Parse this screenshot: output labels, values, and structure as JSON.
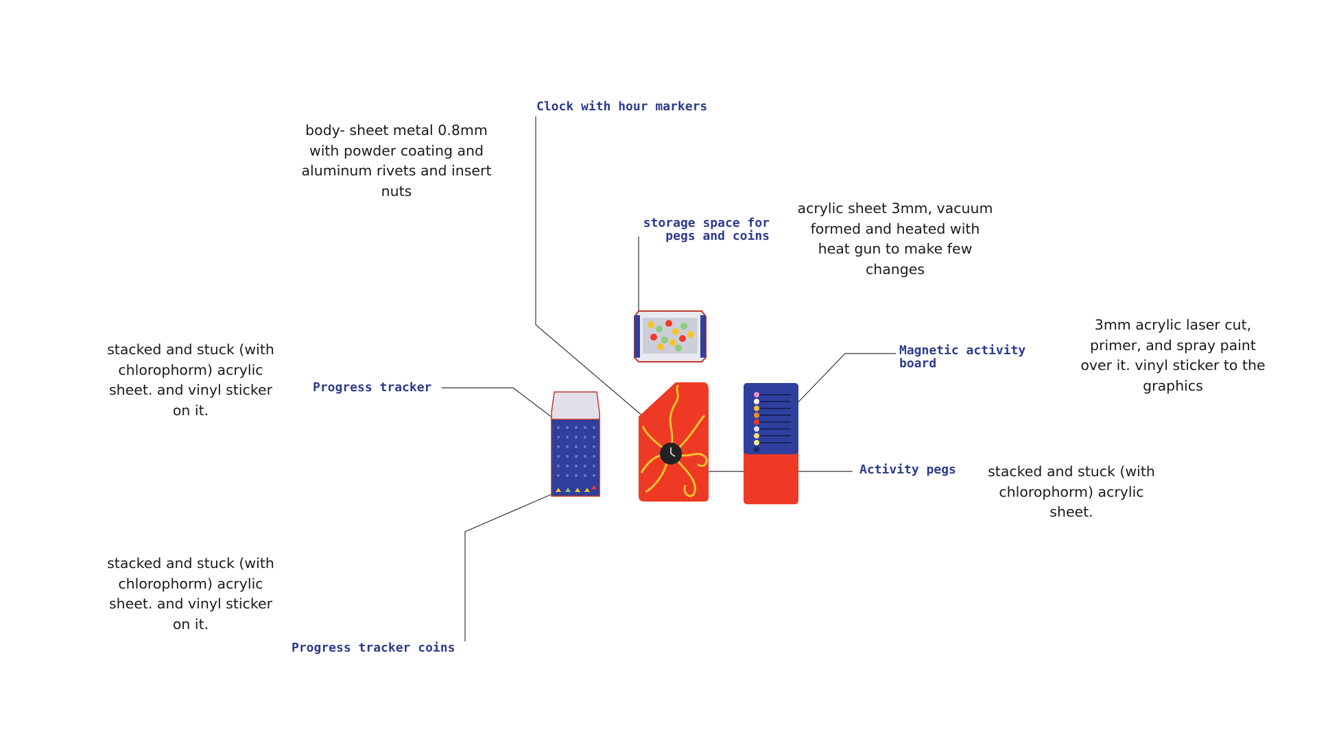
{
  "labels": {
    "clock": "Clock with hour markers",
    "storage": "storage space for\npegs and coins",
    "progress_tracker": "Progress tracker",
    "magnetic_board": "Magnetic activity\nboard",
    "activity_pegs": "Activity pegs",
    "progress_coins": "Progress tracker coins"
  },
  "notes": {
    "body": "body- sheet metal 0.8mm\nwith powder coating and\naluminum rivets and insert\nnuts",
    "acrylic_vacuum": "acrylic sheet 3mm, vacuum\nformed and heated with\nheat gun to make few\nchanges",
    "stacked_tracker": "stacked and stuck (with\nchlorophorm) acrylic\nsheet. and vinyl sticker\non it.",
    "laser_cut": "3mm acrylic laser cut,\nprimer, and spray paint\nover it. vinyl sticker to the\ngraphics",
    "stacked_pegs": "stacked and stuck (with\nchlorophorm) acrylic\nsheet.",
    "stacked_coins": "stacked and stuck (with\nchlorophorm) acrylic\nsheet. and vinyl sticker\non it."
  },
  "colors": {
    "label_blue": "#2d3a8c",
    "body_red": "#ee3a24",
    "panel_blue": "#2f3f9e",
    "accent_yellow": "#f6c431",
    "line_color": "#333333"
  },
  "icons": [
    "clock-icon",
    "peg-icon",
    "coin-icon"
  ]
}
